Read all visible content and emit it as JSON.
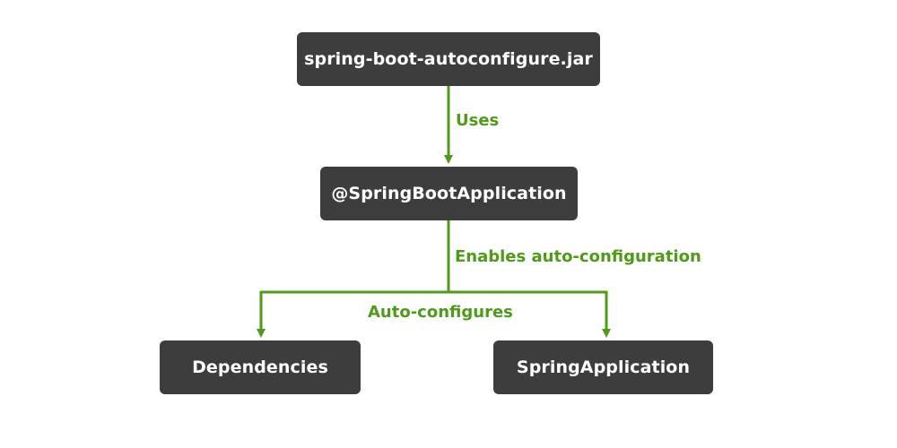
{
  "colors": {
    "node_fill": "#3d3d3d",
    "node_text": "#ffffff",
    "edge": "#4f9a1a"
  },
  "nodes": {
    "jar": "spring-boot-autoconfigure.jar",
    "app": "@SpringBootApplication",
    "dependencies": "Dependencies",
    "spring_application": "SpringApplication"
  },
  "edges": {
    "uses": "Uses",
    "enables": "Enables auto-configuration",
    "auto_configures": "Auto-configures"
  }
}
